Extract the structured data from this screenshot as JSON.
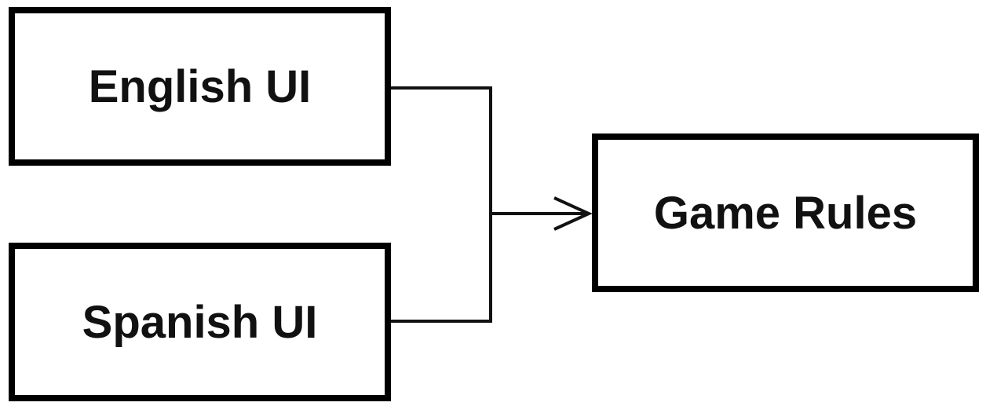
{
  "diagram": {
    "nodes": {
      "english_ui": "English UI",
      "spanish_ui": "Spanish UI",
      "game_rules": "Game Rules"
    },
    "edges": [
      {
        "from": "english_ui",
        "to": "game_rules"
      },
      {
        "from": "spanish_ui",
        "to": "game_rules"
      }
    ]
  }
}
